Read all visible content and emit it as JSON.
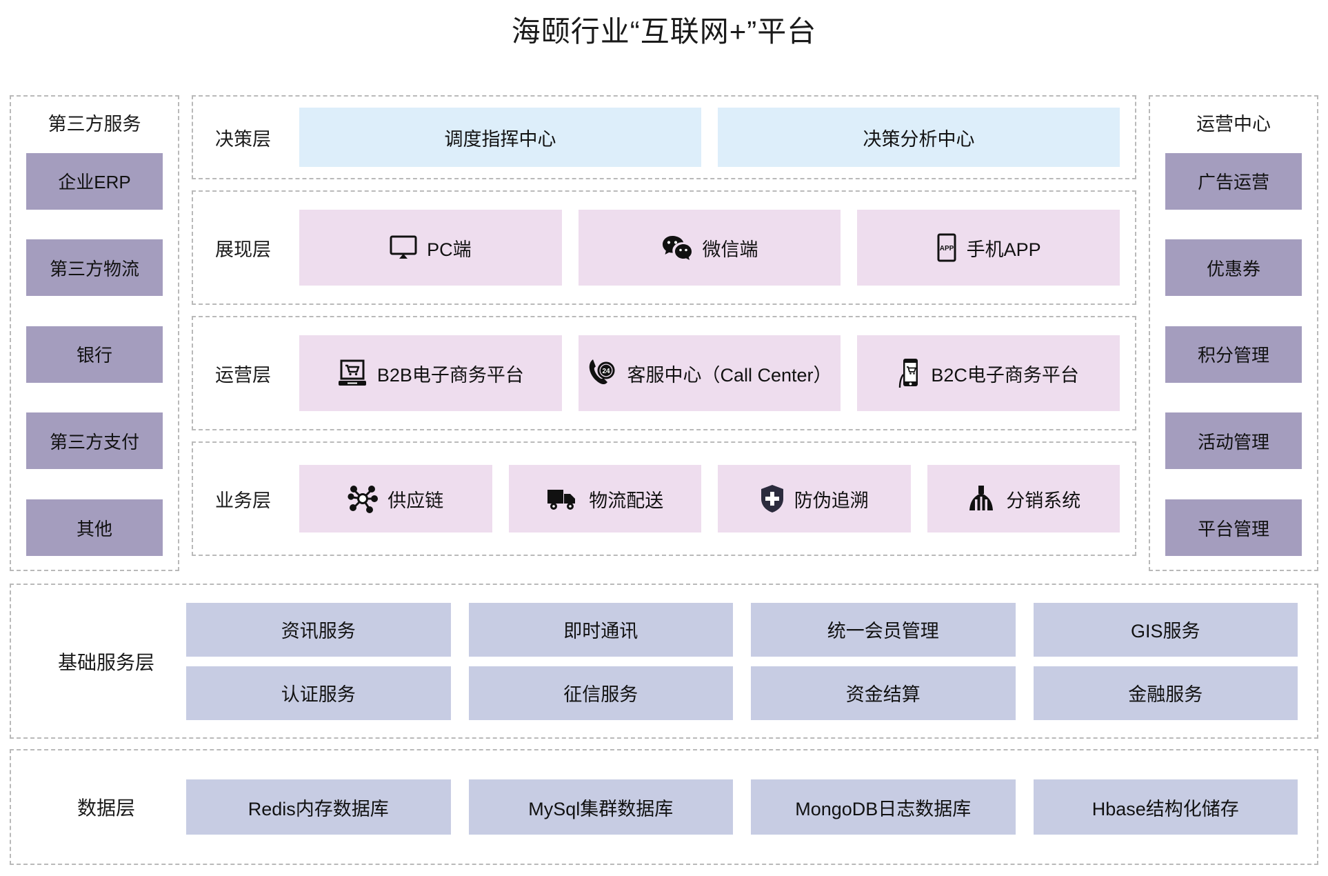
{
  "title": "海颐行业“互联网+”平台",
  "left_panel": {
    "title": "第三方服务",
    "items": [
      {
        "label": "企业ERP"
      },
      {
        "label": "第三方物流"
      },
      {
        "label": "银行"
      },
      {
        "label": "第三方支付"
      },
      {
        "label": "其他"
      }
    ]
  },
  "right_panel": {
    "title": "运营中心",
    "items": [
      {
        "label": "广告运营"
      },
      {
        "label": "优惠券"
      },
      {
        "label": "积分管理"
      },
      {
        "label": "活动管理"
      },
      {
        "label": "平台管理"
      }
    ]
  },
  "layers": {
    "decision": {
      "label": "决策层",
      "items": [
        {
          "label": "调度指挥中心"
        },
        {
          "label": "决策分析中心"
        }
      ]
    },
    "presentation": {
      "label": "展现层",
      "items": [
        {
          "label": "PC端",
          "icon": "monitor-icon"
        },
        {
          "label": "微信端",
          "icon": "wechat-icon"
        },
        {
          "label": "手机APP",
          "icon": "mobile-app-icon"
        }
      ]
    },
    "operation": {
      "label": "运营层",
      "items": [
        {
          "label": "B2B电子商务平台",
          "icon": "laptop-cart-icon"
        },
        {
          "label": "客服中心（Call Center）",
          "icon": "phone-24-icon"
        },
        {
          "label": "B2C电子商务平台",
          "icon": "mobile-cart-icon"
        }
      ]
    },
    "business": {
      "label": "业务层",
      "items": [
        {
          "label": "供应链",
          "icon": "network-hub-icon"
        },
        {
          "label": "物流配送",
          "icon": "truck-icon"
        },
        {
          "label": "防伪追溯",
          "icon": "shield-plus-icon"
        },
        {
          "label": "分销系统",
          "icon": "distribution-tree-icon"
        }
      ]
    }
  },
  "base_service": {
    "label": "基础服务层",
    "items": [
      {
        "label": "资讯服务"
      },
      {
        "label": "即时通讯"
      },
      {
        "label": "统一会员管理"
      },
      {
        "label": "GIS服务"
      },
      {
        "label": "认证服务"
      },
      {
        "label": "征信服务"
      },
      {
        "label": "资金结算"
      },
      {
        "label": "金融服务"
      }
    ]
  },
  "data_layer": {
    "label": "数据层",
    "items": [
      {
        "label": "Redis内存数据库"
      },
      {
        "label": "MySql集群数据库"
      },
      {
        "label": "MongoDB日志数据库"
      },
      {
        "label": "Hbase结构化储存"
      }
    ]
  },
  "colors": {
    "purple_chip": "#a49dbe",
    "blue_card": "#ddeefa",
    "pink_card": "#eeddee",
    "blue_chip": "#c7cce3",
    "dashed_border": "#b9b9b9"
  }
}
